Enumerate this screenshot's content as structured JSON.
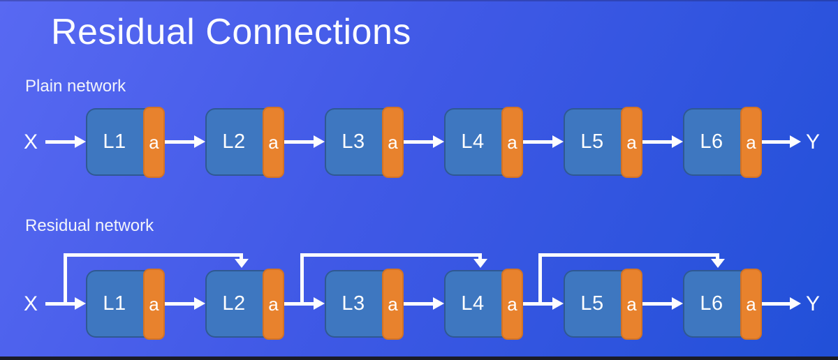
{
  "title": "Residual Connections",
  "colors": {
    "background_top": "#5869f2",
    "background_bottom": "#2150d8",
    "layer_block": "#3e77c0",
    "activation_strip": "#e8822d",
    "line_and_text": "#ffffff"
  },
  "sections": [
    {
      "label": "Plain network",
      "input": "X",
      "output": "Y",
      "blocks": [
        {
          "layer": "L1",
          "activation": "a"
        },
        {
          "layer": "L2",
          "activation": "a"
        },
        {
          "layer": "L3",
          "activation": "a"
        },
        {
          "layer": "L4",
          "activation": "a"
        },
        {
          "layer": "L5",
          "activation": "a"
        },
        {
          "layer": "L6",
          "activation": "a"
        }
      ]
    },
    {
      "label": "Residual network",
      "input": "X",
      "output": "Y",
      "blocks": [
        {
          "layer": "L1",
          "activation": "a"
        },
        {
          "layer": "L2",
          "activation": "a"
        },
        {
          "layer": "L3",
          "activation": "a"
        },
        {
          "layer": "L4",
          "activation": "a"
        },
        {
          "layer": "L5",
          "activation": "a"
        },
        {
          "layer": "L6",
          "activation": "a"
        }
      ],
      "skip_connections": [
        {
          "from": "input of L1",
          "to": "L2"
        },
        {
          "from": "output of L2 activation",
          "to": "L4"
        },
        {
          "from": "output of L4 activation",
          "to": "L6"
        }
      ]
    }
  ]
}
